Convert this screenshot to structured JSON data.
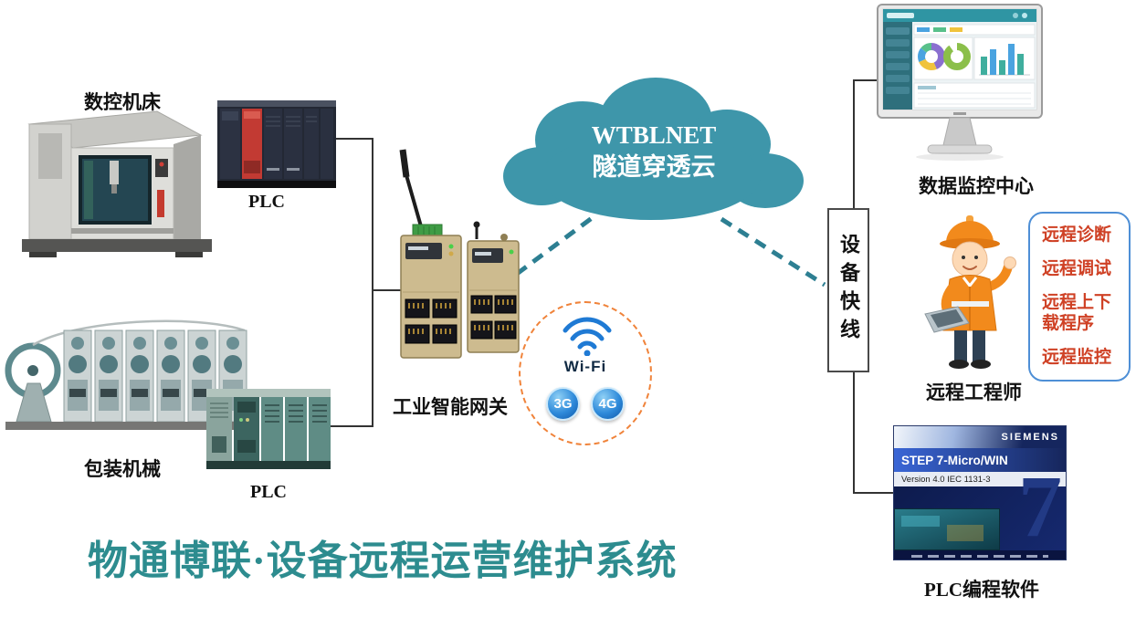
{
  "page_title": "物通博联·设备远程运营维护系统",
  "cloud": {
    "line1": "WTBLNET",
    "line2": "隧道穿透云"
  },
  "labels": {
    "cnc_machine": "数控机床",
    "plc_top": "PLC",
    "packaging_machine": "包装机械",
    "plc_bottom": "PLC",
    "gateway": "工业智能网关",
    "monitor_center": "数据监控中心",
    "remote_engineer": "远程工程师",
    "plc_software": "PLC编程软件",
    "device_express": "设备快线"
  },
  "features": [
    "远程诊断",
    "远程调试",
    "远程上下载程序",
    "远程监控"
  ],
  "connectivity": {
    "wifi_label": "Wi-Fi",
    "badge_3g": "3G",
    "badge_4g": "4G"
  },
  "splash": {
    "brand": "SIEMENS",
    "product": "STEP 7-Micro/WIN",
    "version": "Version 4.0   IEC 1131-3"
  },
  "colors": {
    "cloud_fill": "#3e96aa",
    "dashed_link": "#2d7f92",
    "title_text": "#2d8c8f",
    "feature_text": "#cf4125",
    "feature_border": "#4e8fd6",
    "wifi_blue": "#1f7ad4",
    "dashed_circle": "#f0833a",
    "gateway_body": "#cdbb8f"
  }
}
